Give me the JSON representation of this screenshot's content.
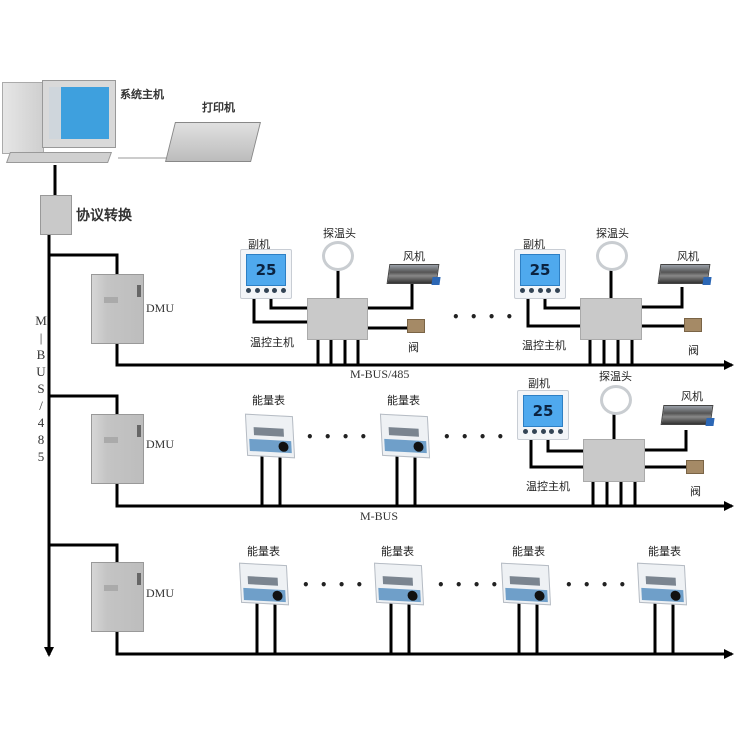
{
  "title": "M-BUS/485 energy metering and temperature control network diagram",
  "head_end": {
    "host_label": "系统主机",
    "printer_label": "打印机",
    "converter_label": "协议转换"
  },
  "trunk": {
    "label_chars": [
      "M",
      "|",
      "B",
      "U",
      "S",
      "/",
      "4",
      "8",
      "5"
    ]
  },
  "branches": [
    {
      "dmu_label": "DMU",
      "bus_label": "M-BUS/485",
      "groups": [
        {
          "type": "temp_control",
          "thermostat_label": "副机",
          "thermostat_reading": "25",
          "probe_label": "探温头",
          "fan_label": "风机",
          "valve_label": "阀",
          "controller_label": "温控主机"
        },
        {
          "type": "temp_control",
          "thermostat_label": "副机",
          "thermostat_reading": "25",
          "probe_label": "探温头",
          "fan_label": "风机",
          "valve_label": "阀",
          "controller_label": "温控主机"
        }
      ],
      "ellipsis": "• • • •"
    },
    {
      "dmu_label": "DMU",
      "bus_label": "M-BUS",
      "meters": [
        "能量表",
        "能量表"
      ],
      "ellipsis": "• • • •",
      "group": {
        "type": "temp_control",
        "thermostat_label": "副机",
        "thermostat_reading": "25",
        "probe_label": "探温头",
        "fan_label": "风机",
        "valve_label": "阀",
        "controller_label": "温控主机"
      }
    },
    {
      "dmu_label": "DMU",
      "bus_label": "",
      "meters": [
        "能量表",
        "能量表",
        "能量表",
        "能量表"
      ],
      "ellipsis": "• • • •"
    }
  ],
  "colors": {
    "line": "#000000",
    "screen_blue": "#4fa9ee",
    "device_gray": "#c9c9c9",
    "meter_band": "#6f9fc9"
  }
}
